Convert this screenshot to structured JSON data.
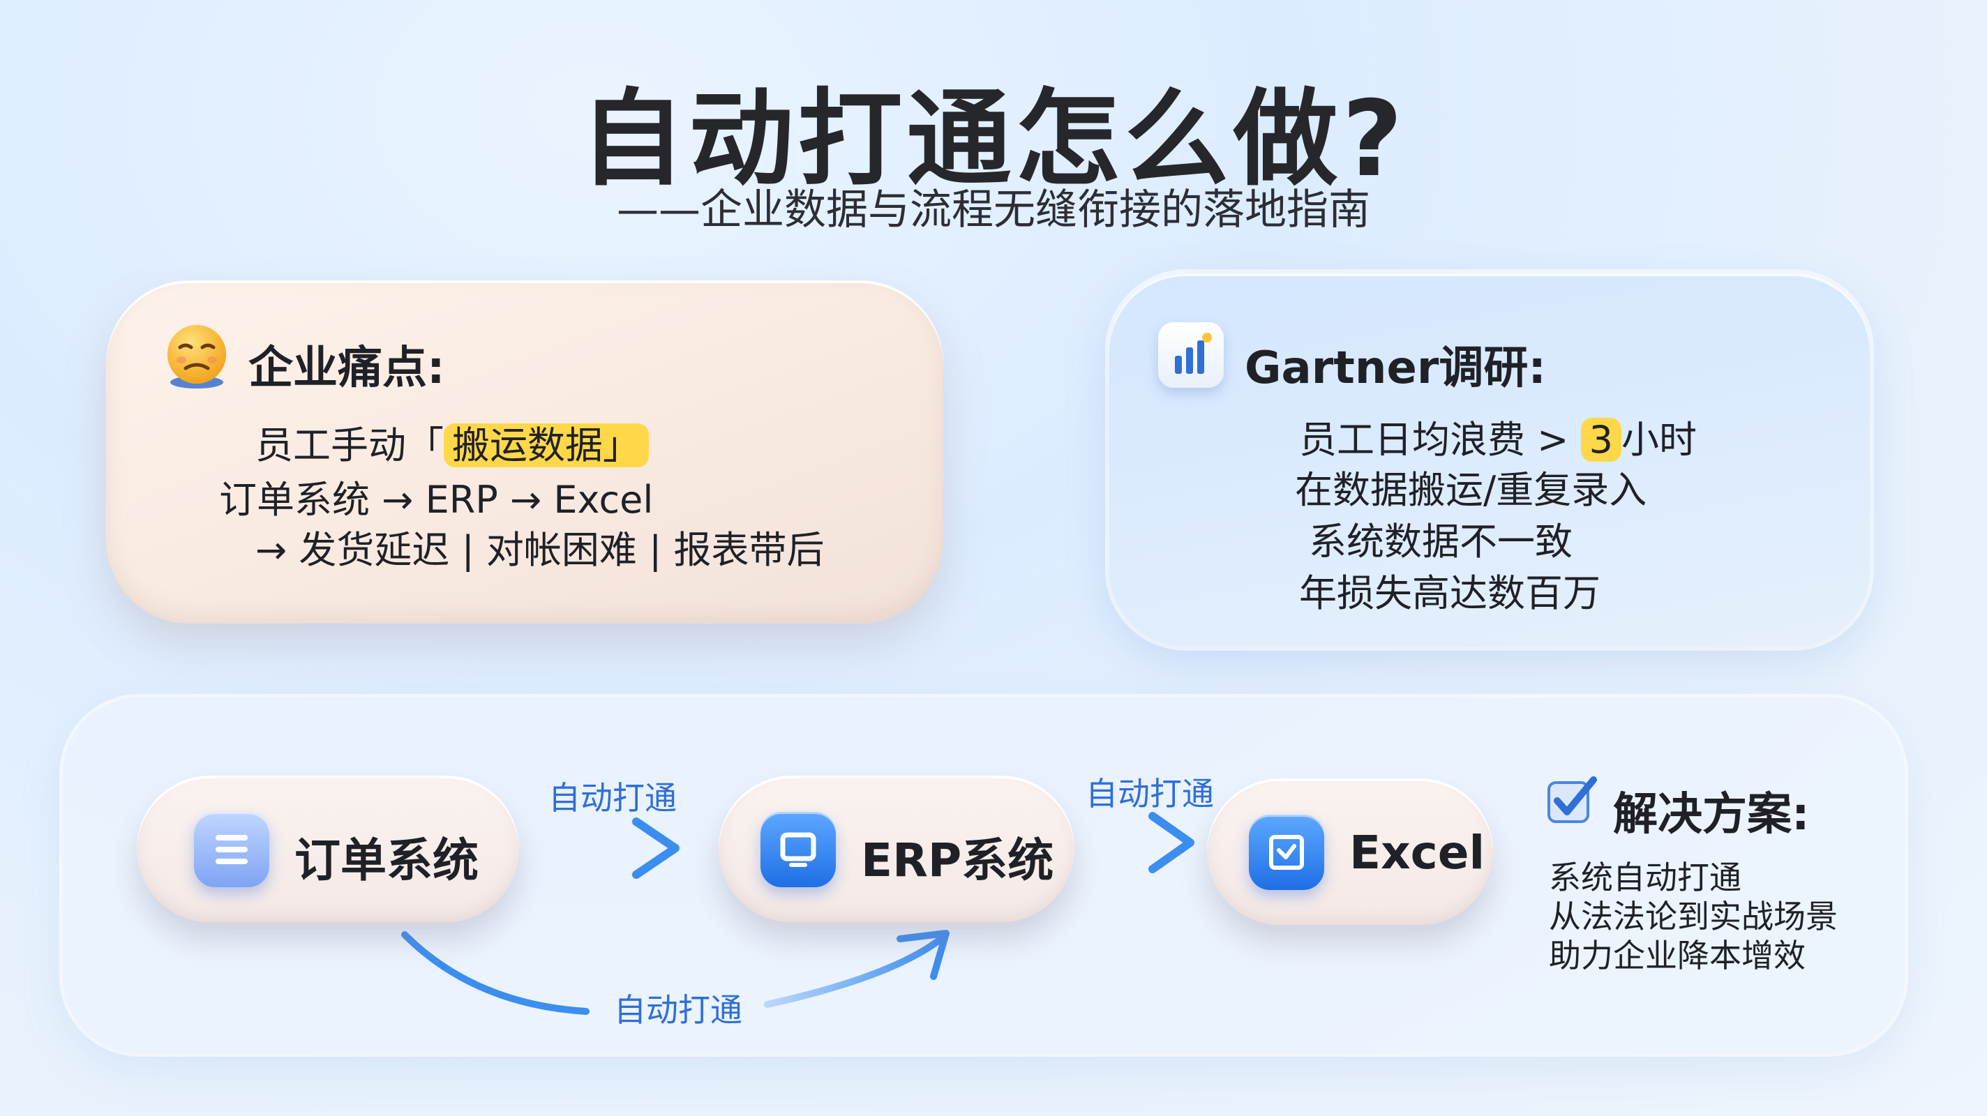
{
  "header": {
    "title": "自动打通怎么做?",
    "subtitle": "——企业数据与流程无缝衔接的落地指南"
  },
  "pain_card": {
    "icon": "frowning-face-emoji",
    "title": "企业痛点:",
    "line1_prefix": "员工手动「",
    "line1_highlight": "搬运数据」",
    "line2": "订单系统 → ERP → Excel",
    "line3": "→ 发货延迟 | 对帐困难 | 报表带后"
  },
  "gartner_card": {
    "icon": "bar-chart-icon",
    "title": "Gartner调研:",
    "line1_prefix": "员工日均浪费 >",
    "line1_highlight": "3",
    "line1_suffix": "小时",
    "line2": "在数据搬运/重复录入",
    "line3": "系统数据不一致",
    "line4": "年损失高达数百万"
  },
  "flow": {
    "nodes": [
      {
        "label": "订单系统",
        "icon": "list-document-icon"
      },
      {
        "label": "ERP系统",
        "icon": "monitor-icon"
      },
      {
        "label": "Excel",
        "icon": "spreadsheet-icon"
      }
    ],
    "arrow_label_1": "自动打通",
    "arrow_label_2": "自动打通",
    "arrow_label_3": "自动打通"
  },
  "solution": {
    "icon": "checkbox-icon",
    "title": "解决方案:",
    "lines": [
      "系统自动打通",
      "从法法论到实战场景",
      "助力企业降本增效"
    ]
  },
  "colors": {
    "accent_blue": "#2f6fd6",
    "highlight_yellow": "#ffd84a"
  }
}
